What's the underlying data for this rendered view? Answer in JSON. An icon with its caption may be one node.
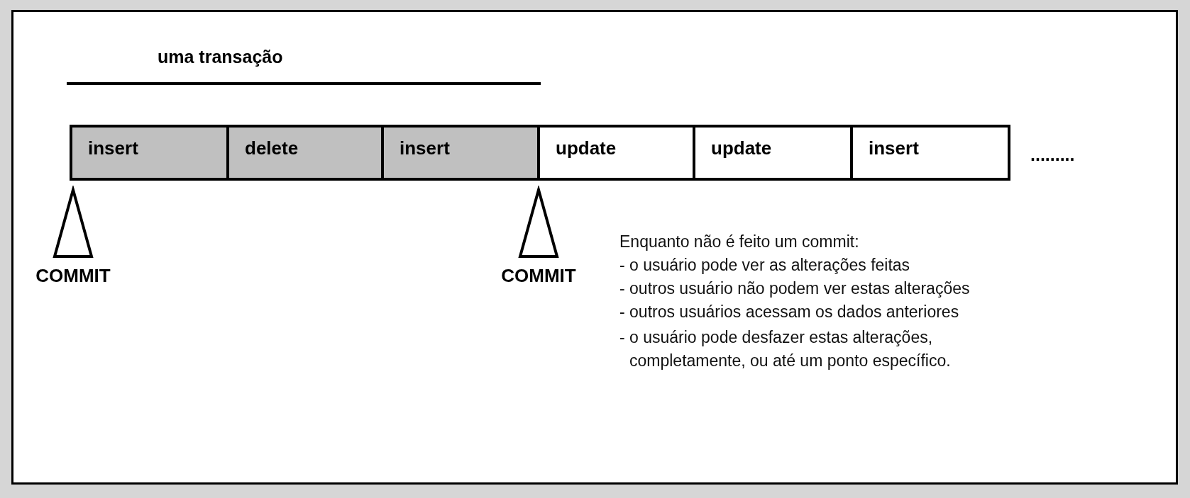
{
  "diagram": {
    "nodes": [
      {
        "text": [
          "insert"
        ]
      },
      {
        "text": [
          "delete"
        ]
      },
      {
        "text": [
          "insert"
        ]
      },
      {
        "text": [
          "update"
        ]
      },
      {
        "text": [
          "update"
        ]
      },
      {
        "text": [
          "insert"
        ]
      },
      {
        "text": [
          "COMMIT"
        ]
      },
      {
        "text": [
          "COMMIT"
        ]
      }
    ],
    "labels": [
      "uma transação",
      ".........",
      "Enquanto não é feito um commit:",
      "- o usuário pode ver as alterações feitas",
      "- outros usuário não podem ver estas alterações",
      "- outros usuários acessam os dados anteriores",
      "- o usuário pode desfazer estas alterações, completamente, ou até um ponto específico."
    ]
  }
}
